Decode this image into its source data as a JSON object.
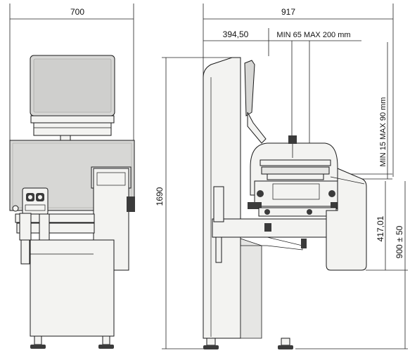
{
  "dimensions": {
    "front_width": "700",
    "total_length": "917",
    "offset": "394,50",
    "product_length_range": "MIN 65 MAX 200 mm",
    "product_height_range": "MIN 15 MAX 90 mm",
    "total_height": "1690",
    "conveyor_depth": "417,01",
    "conveyor_height": "900 ± 50"
  },
  "colors": {
    "body": "#f3f3f1",
    "panel": "#d7d7d5",
    "dark_panel": "#b9b9b7",
    "shadow": "#e6e6e4",
    "line": "#1a1a1a",
    "accent_dark": "#3b3b3b"
  }
}
